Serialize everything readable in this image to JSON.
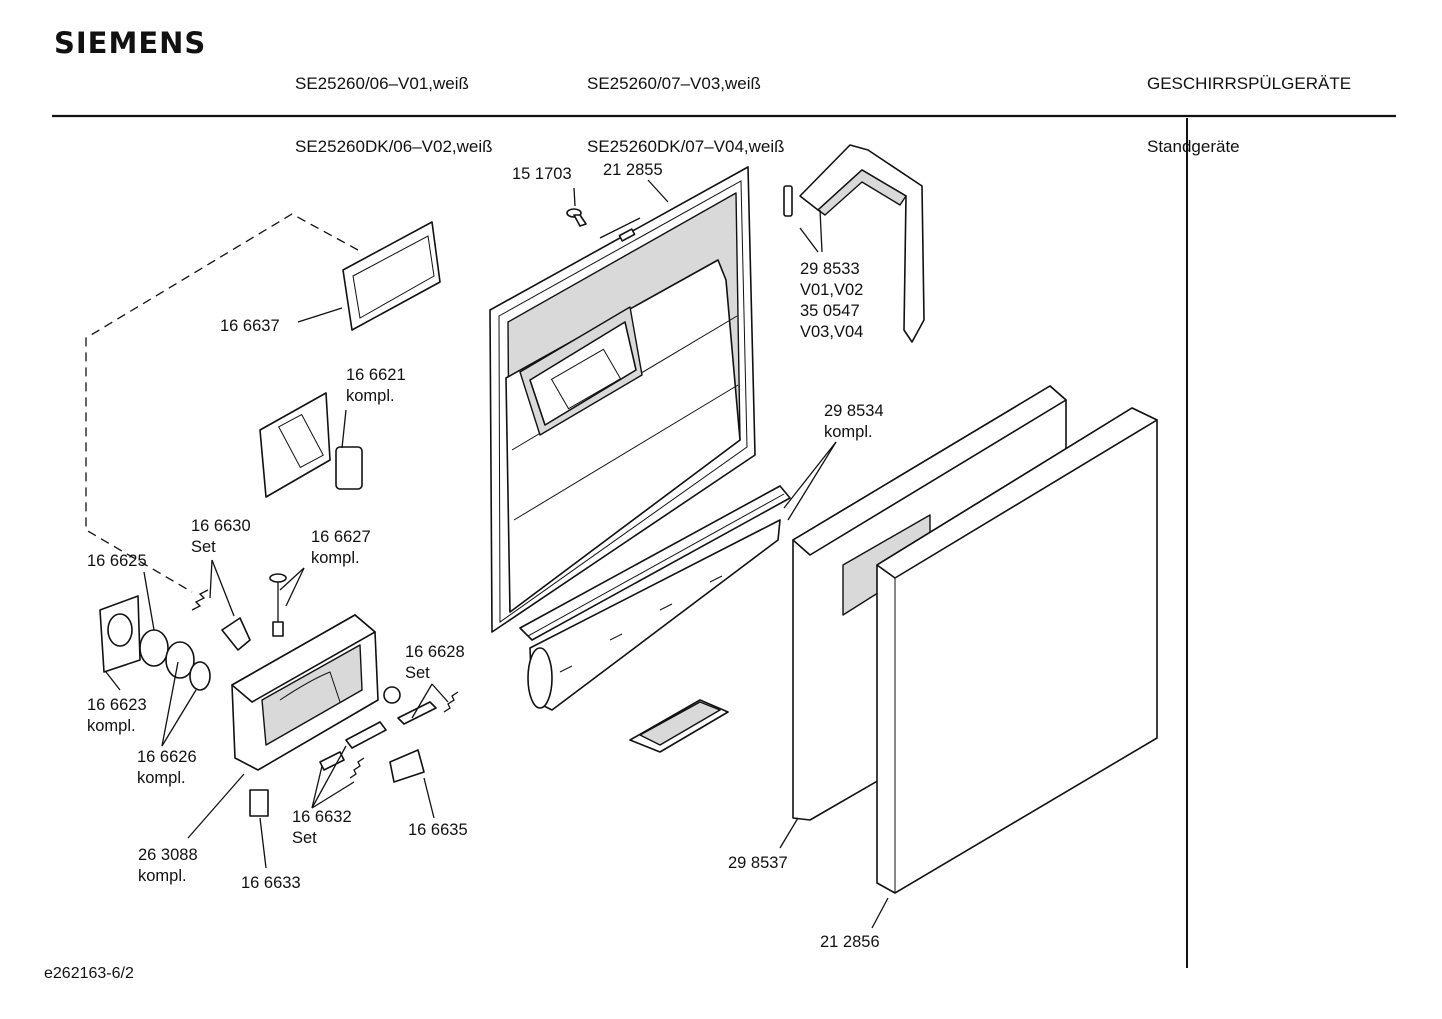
{
  "header": {
    "brand": "SIEMENS",
    "models_col1": [
      "SE25260/06–V01,weiß",
      "SE25260DK/06–V02,weiß"
    ],
    "models_col2": [
      "SE25260/07–V03,weiß",
      "SE25260DK/07–V04,weiß"
    ],
    "category": [
      "GESCHIRRSPÜLGERÄTE",
      "Standgeräte"
    ]
  },
  "parts": {
    "p151703": "15 1703",
    "p212855": "21 2855",
    "p298533": [
      "29 8533",
      "V01,V02",
      "35 0547",
      "V03,V04"
    ],
    "p166637": "16 6637",
    "p166621": [
      "16 6621",
      "kompl."
    ],
    "p298534": [
      "29 8534",
      "kompl."
    ],
    "p166630": [
      "16 6630",
      "Set"
    ],
    "p166627": [
      "16 6627",
      "kompl."
    ],
    "p166625": "16 6625",
    "p166628": [
      "16 6628",
      "Set"
    ],
    "p166623": [
      "16 6623",
      "kompl."
    ],
    "p166626": [
      "16 6626",
      "kompl."
    ],
    "p166632": [
      "16 6632",
      "Set"
    ],
    "p166635": "16 6635",
    "p263088": [
      "26 3088",
      "kompl."
    ],
    "p166633": "16 6633",
    "p298537": "29 8537",
    "p212856": "21 2856"
  },
  "footer": {
    "code": "e262163-6/2"
  }
}
